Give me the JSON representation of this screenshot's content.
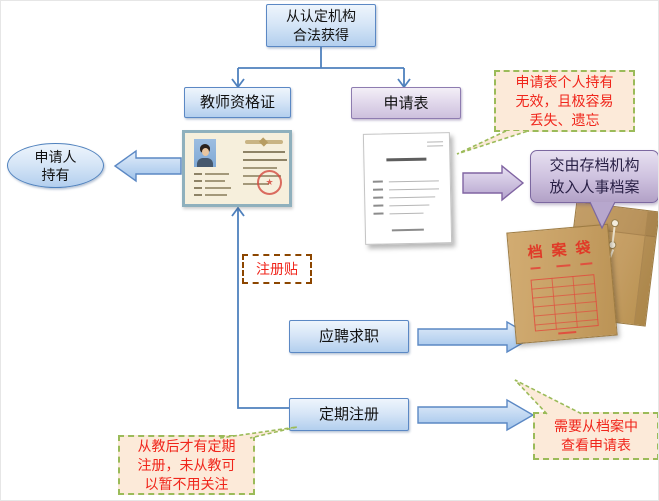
{
  "nodes": {
    "source": {
      "lines": [
        "从认定机构",
        "合法获得"
      ]
    },
    "certificate": {
      "label": "教师资格证"
    },
    "application_form": {
      "label": "申请表"
    },
    "holder": {
      "lines": [
        "申请人",
        "持有"
      ]
    },
    "registration_sticker": {
      "label": "注册贴"
    },
    "job_hunting": {
      "label": "应聘求职"
    },
    "periodic_registration": {
      "label": "定期注册"
    }
  },
  "callouts": {
    "form_invalid": {
      "lines": [
        "申请表个人持有",
        "无效，且极容易",
        "丢失、遗忘"
      ]
    },
    "archive": {
      "lines": [
        "交由存档机构",
        "放入人事档案"
      ]
    },
    "periodic_note": {
      "lines": [
        "从教后才有定期",
        "注册，未从教可",
        "以暂不用关注"
      ]
    },
    "check_form": {
      "lines": [
        "需要从档案中",
        "查看申请表"
      ]
    }
  },
  "artifacts": {
    "archive_bag": {
      "title": "档案袋"
    }
  },
  "colors": {
    "node_border": "#5b88c4",
    "node_fill": "#b3cfee",
    "purple_node_border": "#8e7cb0",
    "purple_node_fill": "#cdc0dd",
    "connector": "#4f81bd",
    "callout_bg": "#fcead9",
    "callout_border": "#9bbb59",
    "callout_text": "#f0251b",
    "purple_callout_border": "#7c68a0",
    "sticker_border": "#8c4600",
    "kraft": "#c7a065",
    "bag_text": "#e03a28"
  }
}
